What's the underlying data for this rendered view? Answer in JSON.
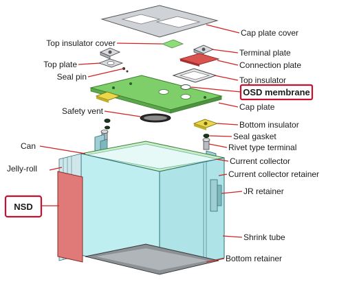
{
  "diagram": {
    "labels": {
      "cap_plate_cover": "Cap plate cover",
      "top_insulator_cover": "Top insulator cover",
      "terminal_plate": "Terminal plate",
      "top_plate": "Top plate",
      "connection_plate": "Connection plate",
      "seal_pin": "Seal pin",
      "top_insulator": "Top insulator",
      "osd_membrane": "OSD membrane",
      "cap_plate": "Cap plate",
      "safety_vent": "Safety vent",
      "bottom_insulator": "Bottom insulator",
      "seal_gasket": "Seal gasket",
      "can": "Can",
      "rivet_type_terminal": "Rivet type terminal",
      "current_collector": "Current collector",
      "jelly_roll": "Jelly-roll",
      "current_collector_retainer": "Current collector retainer",
      "jr_retainer": "JR retainer",
      "nsd": "NSD",
      "shrink_tube": "Shrink tube",
      "bottom_retainer": "Bottom retainer"
    },
    "colors": {
      "leader_line": "#d42020",
      "callout_border": "#c8102e",
      "cap_plate_green": "#7ecf6a",
      "can_cyan": "#bfeef0",
      "nsd_red": "#e07a78",
      "connection_plate_red": "#d9534f",
      "insulator_yellow": "#e8d84a",
      "cover_gray": "#cfd3d8"
    }
  }
}
